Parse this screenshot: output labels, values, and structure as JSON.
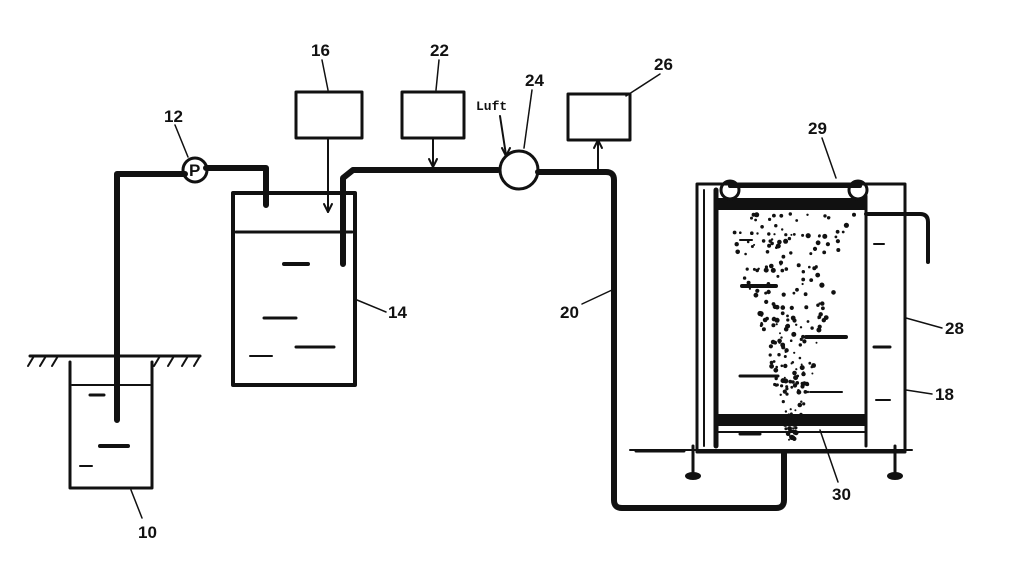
{
  "labels": {
    "tank_small": "10",
    "pump_ref": "12",
    "pump_symbol": "P",
    "tank_large": "14",
    "box_a": "16",
    "pipe": "20",
    "box_b": "22",
    "valve": "24",
    "box_c": "26",
    "vessel": "18",
    "vessel_inner": "28",
    "top_unit": "29",
    "bottom_unit": "30",
    "flow_note": "Luft"
  }
}
